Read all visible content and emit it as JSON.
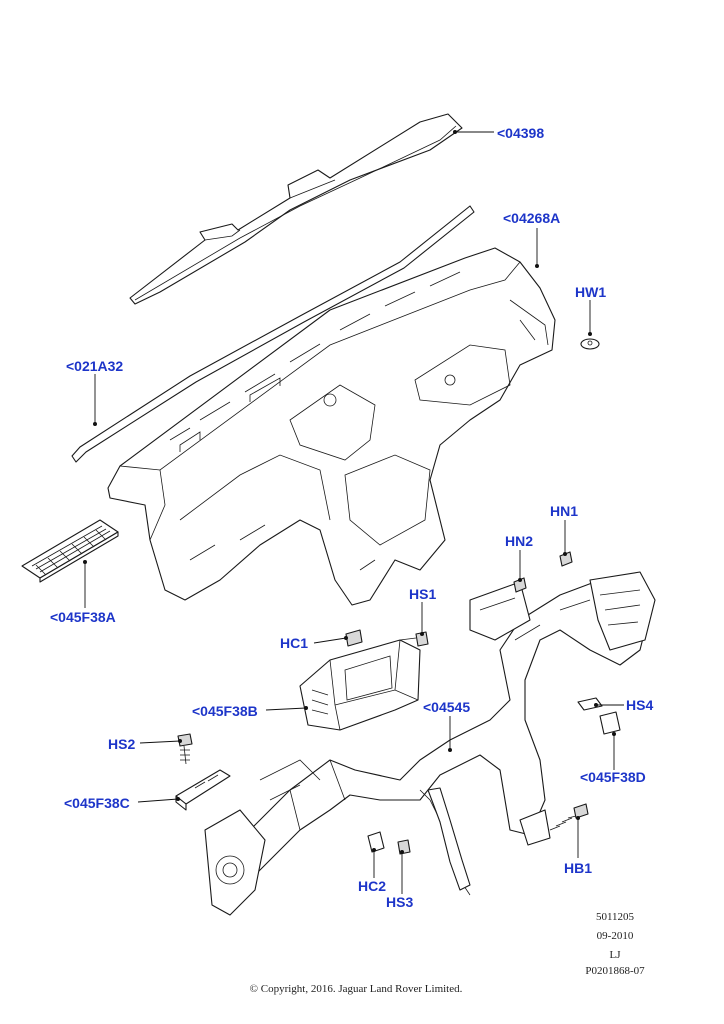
{
  "callouts": {
    "c04398": "<04398",
    "c04268A": "<04268A",
    "cHW1": "HW1",
    "c021A32": "<021A32",
    "c045F38A": "<045F38A",
    "cHN1": "HN1",
    "cHN2": "HN2",
    "cHS1": "HS1",
    "cHC1": "HC1",
    "c045F38B": "<045F38B",
    "c04545": "<04545",
    "cHS4": "HS4",
    "cHS2": "HS2",
    "c045F38D": "<045F38D",
    "c045F38C": "<045F38C",
    "cHB1": "HB1",
    "cHC2": "HC2",
    "cHS3": "HS3"
  },
  "reference": {
    "line1": "5011205",
    "line2": "09-2010",
    "line3": "LJ",
    "line4": "P0201868-07"
  },
  "copyright": "© Copyright, 2016. Jaguar Land Rover Limited.",
  "colors": {
    "callout": "#1d35c9",
    "line_art": "#1a1a1a",
    "background": "#ffffff"
  }
}
